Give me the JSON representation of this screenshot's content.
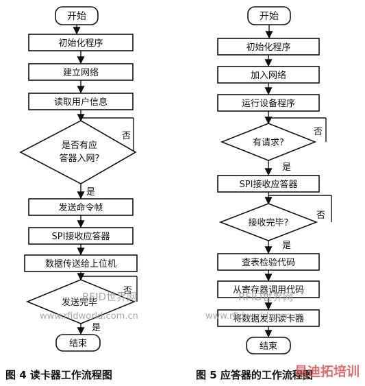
{
  "flow_left": {
    "start": "开始",
    "init": "初始化程序",
    "build_net": "建立网络",
    "read_info": "读取用户信息",
    "decision1_line1": "是否有应",
    "decision1_line2": "答器入网?",
    "no1": "否",
    "yes1": "是",
    "send_cmd": "发送命令帧",
    "spi_recv": "SPI接收应答器",
    "data_send": "数据传送给上位机",
    "decision2": "发送完毕",
    "no2": "否",
    "yes2": "是",
    "end": "结束",
    "caption": "图 4 读卡器工作流程图"
  },
  "flow_right": {
    "start": "开始",
    "init": "初始化程序",
    "join_net": "加入网络",
    "run_prog": "运行设备程序",
    "decision1": "有请求?",
    "no1": "否",
    "yes1": "是",
    "spi_recv": "SPI接收应答器",
    "decision2": "接收完毕?",
    "no2": "否",
    "yes2": "是",
    "lookup": "查表检验代码",
    "call_code": "从寄存器调用代码",
    "send_to_reader": "将数据发到读卡器",
    "end": "结束",
    "caption": "图 5 应答器的工作流程图"
  },
  "watermark": {
    "brand_left": "RFID世界网",
    "url_left": "www.rfidworld.com.cn",
    "brand_right": "RFID世界网",
    "url_right": "www.rfidworld.com.cn",
    "logo": "易迪拓培训"
  }
}
